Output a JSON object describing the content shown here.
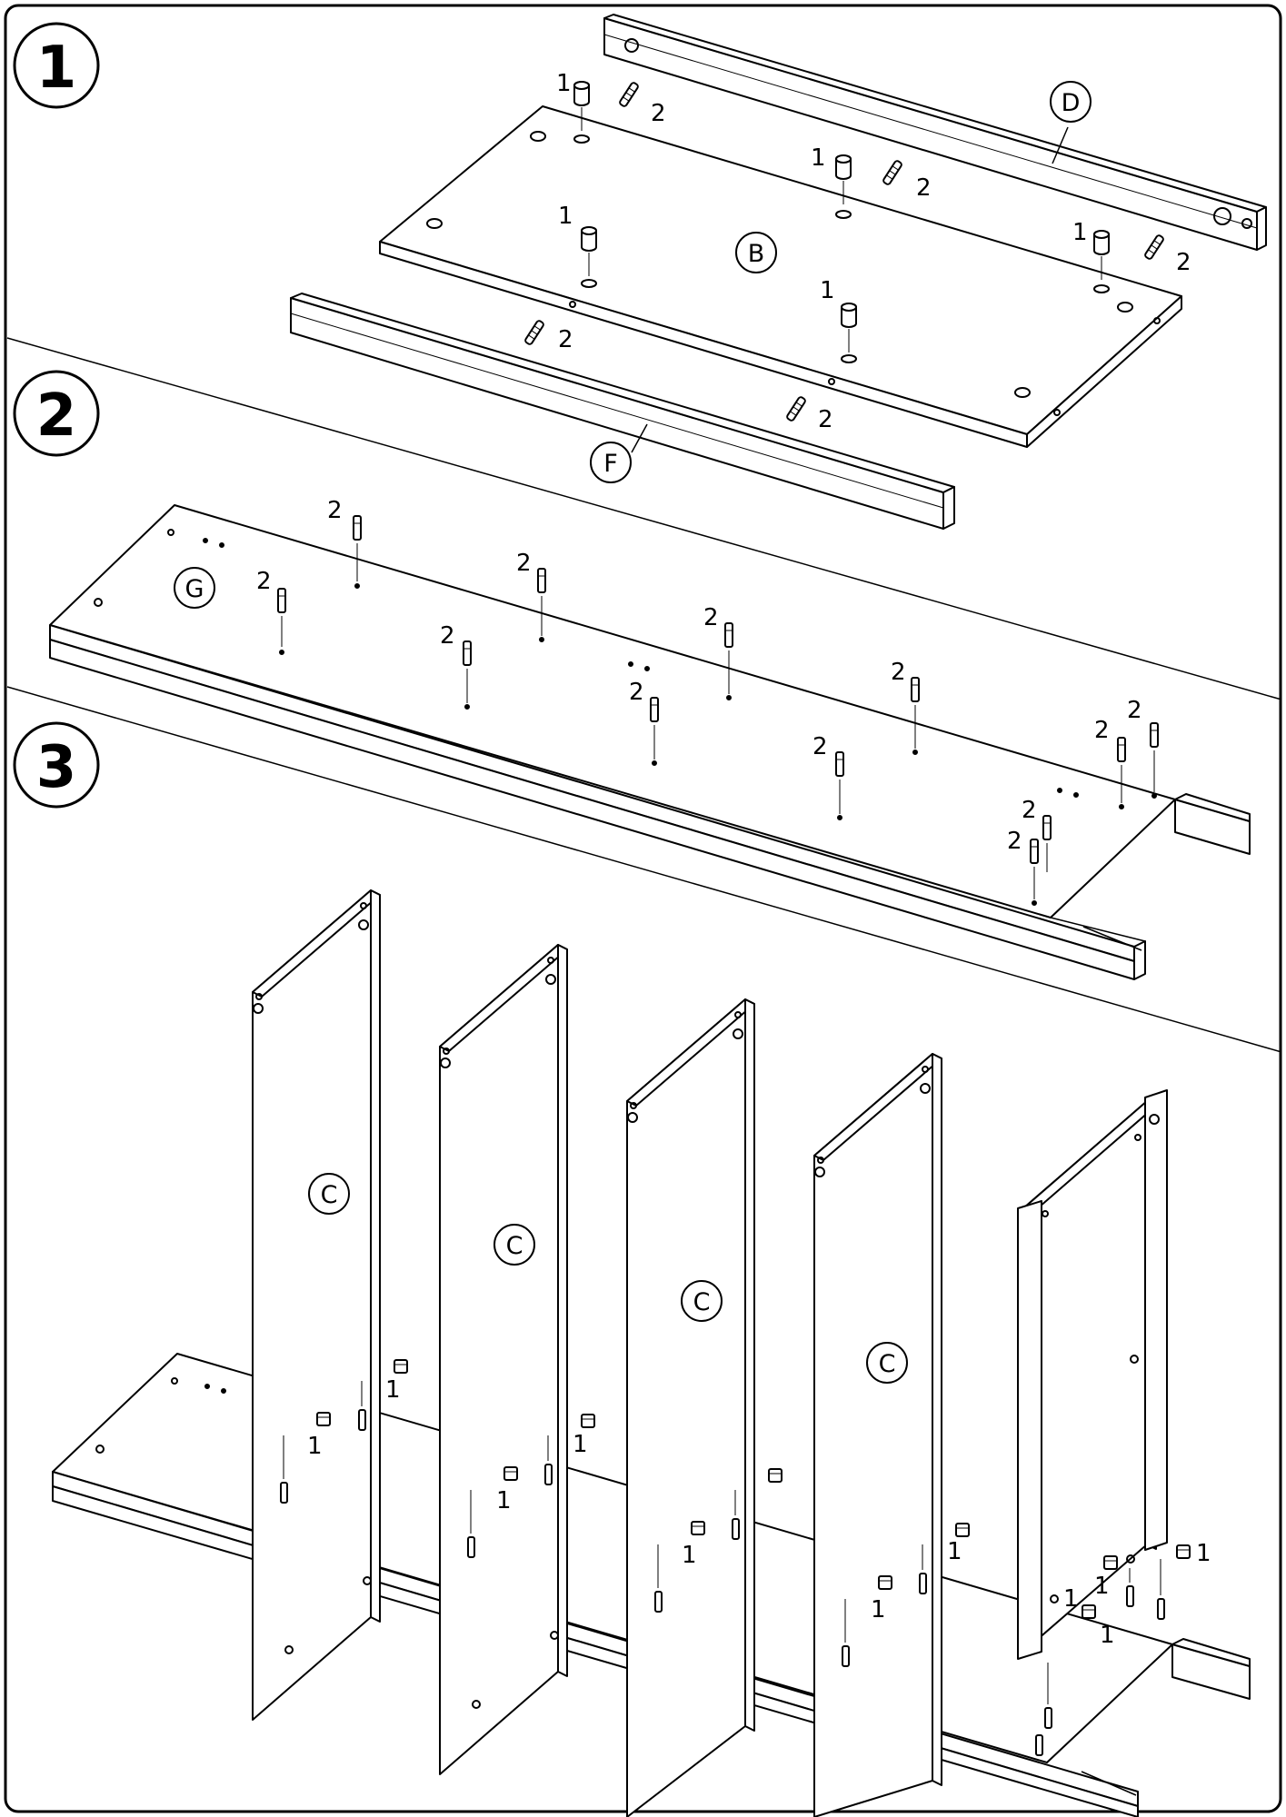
{
  "steps": [
    {
      "number": "1",
      "parts": [
        "D",
        "B",
        "F"
      ]
    },
    {
      "number": "2",
      "parts": [
        "G"
      ]
    },
    {
      "number": "3",
      "parts": [
        "C",
        "C",
        "C",
        "C"
      ]
    }
  ],
  "hardware": {
    "cam_lock": "1",
    "dowel": "2"
  }
}
